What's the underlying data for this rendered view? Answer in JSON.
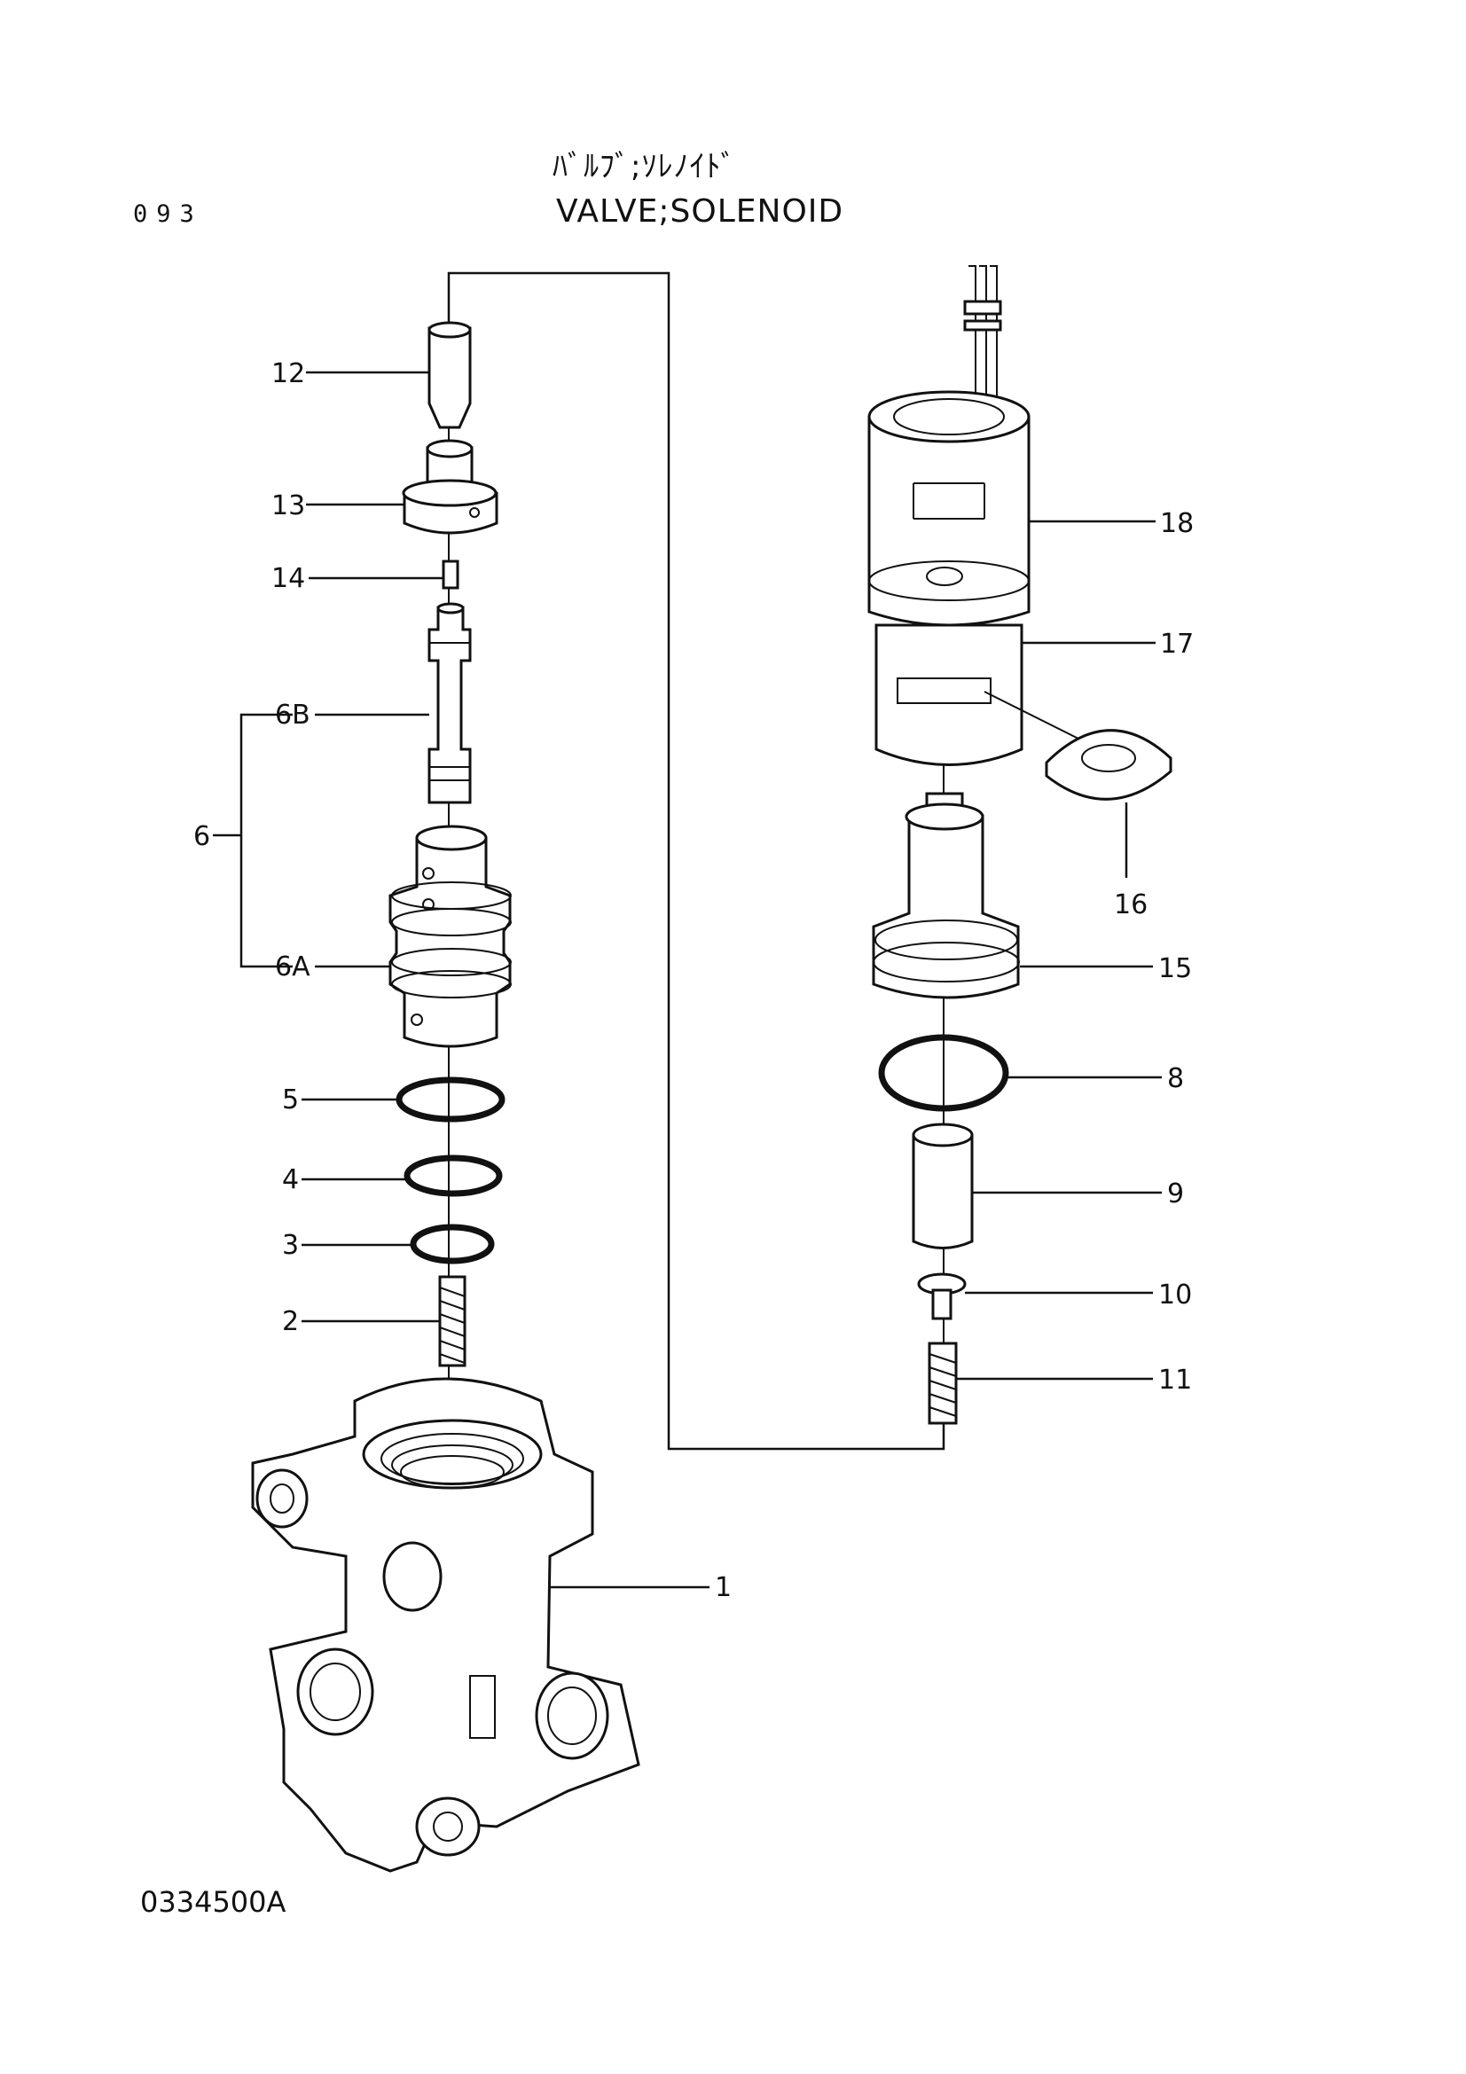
{
  "header": {
    "title_jp": "ﾊﾞﾙﾌﾞ;ｿﾚﾉｲﾄﾞ",
    "title_en": "VALVE;SOLENOID",
    "page_number": "093"
  },
  "footer": {
    "drawing_code": "0334500A"
  },
  "callouts": {
    "c1": "1",
    "c2": "2",
    "c3": "3",
    "c4": "4",
    "c5": "5",
    "c6": "6",
    "c6a": "6A",
    "c6b": "6B",
    "c8": "8",
    "c9": "9",
    "c10": "10",
    "c11": "11",
    "c12": "12",
    "c13": "13",
    "c14": "14",
    "c15": "15",
    "c16": "16",
    "c17": "17",
    "c18": "18"
  }
}
